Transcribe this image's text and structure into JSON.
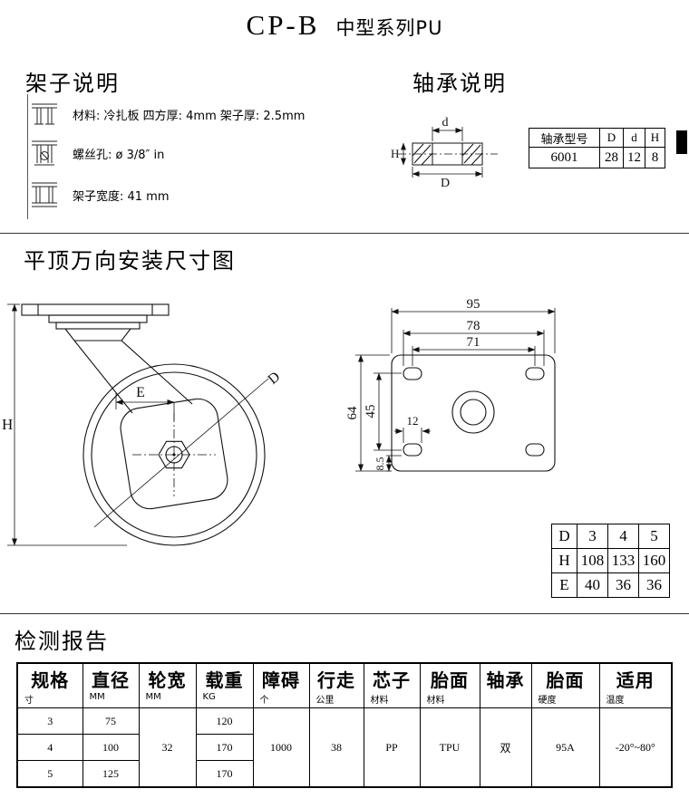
{
  "title": {
    "main": "CP-B",
    "sub": "中型系列PU"
  },
  "frame": {
    "heading": "架子说明",
    "rows": [
      "材料: 冷扎板  四方厚: 4mm  架子厚: 2.5mm",
      "螺丝孔: ø 3/8″ in",
      "架子宽度: 41 mm"
    ]
  },
  "bearing": {
    "heading": "轴承说明",
    "dims": {
      "d": "d",
      "D": "D",
      "H": "H"
    },
    "table": {
      "headers": [
        "轴承型号",
        "D",
        "d",
        "H"
      ],
      "values": [
        "6001",
        "28",
        "12",
        "8"
      ]
    }
  },
  "install": {
    "heading": "平顶万向安装尺寸图",
    "side": {
      "H": "H",
      "E": "E",
      "D": "D"
    },
    "plate": {
      "w95": "95",
      "w78": "78",
      "w71": "71",
      "h64": "64",
      "h45": "45",
      "slot12": "12",
      "slot85": "8.5"
    },
    "dhe": {
      "rows": [
        {
          "label": "D",
          "values": [
            "3",
            "4",
            "5"
          ]
        },
        {
          "label": "H",
          "values": [
            "108",
            "133",
            "160"
          ]
        },
        {
          "label": "E",
          "values": [
            "40",
            "36",
            "36"
          ]
        }
      ]
    }
  },
  "report": {
    "heading": "检测报告",
    "columns": [
      {
        "main": "规格",
        "sub": "寸"
      },
      {
        "main": "直径",
        "sub": "MM"
      },
      {
        "main": "轮宽",
        "sub": "MM"
      },
      {
        "main": "载重",
        "sub": "KG"
      },
      {
        "main": "障碍",
        "sub": "个"
      },
      {
        "main": "行走",
        "sub": "公里"
      },
      {
        "main": "芯子",
        "sub": "材料"
      },
      {
        "main": "胎面",
        "sub": "材料"
      },
      {
        "main": "轴承",
        "sub": ""
      },
      {
        "main": "胎面",
        "sub": "硬度"
      },
      {
        "main": "适用",
        "sub": "温度"
      }
    ],
    "rows": [
      {
        "spec": "3",
        "diameter": "75",
        "load": "120"
      },
      {
        "spec": "4",
        "diameter": "100",
        "load": "170"
      },
      {
        "spec": "5",
        "diameter": "125",
        "load": "170"
      }
    ],
    "merged": {
      "wheel_width": "32",
      "obstacle": "1000",
      "travel": "38",
      "core": "PP",
      "tread": "TPU",
      "bearing": "双",
      "hardness": "95A",
      "temperature": "-20°~80°"
    }
  }
}
